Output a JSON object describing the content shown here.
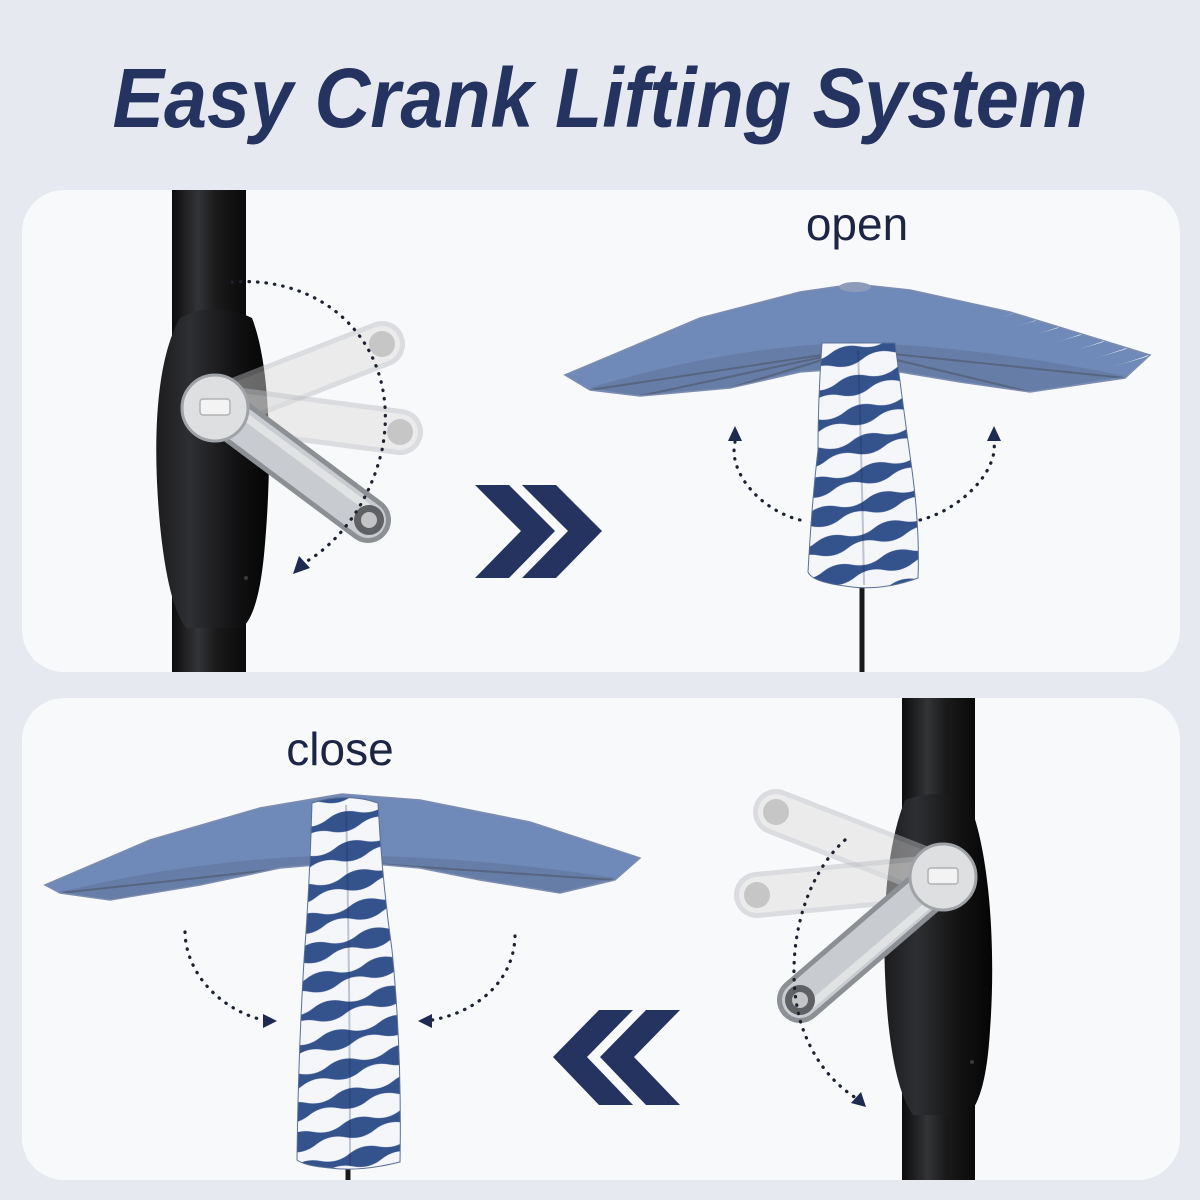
{
  "title": "Easy Crank Lifting System",
  "steps": {
    "open": {
      "label": "open"
    },
    "close": {
      "label": "close"
    }
  },
  "colors": {
    "title": "#24335f",
    "accent": "#24335f",
    "background": "#e6e9ef",
    "panel": "#f8f9fb",
    "stripe_light": "#6f89b8",
    "stripe_dark": "#34528c"
  },
  "icons": {
    "forward_arrows": "double-chevron-right-icon",
    "back_arrows": "double-chevron-left-icon",
    "rotation_arrow": "dotted-curved-arrow-icon"
  }
}
